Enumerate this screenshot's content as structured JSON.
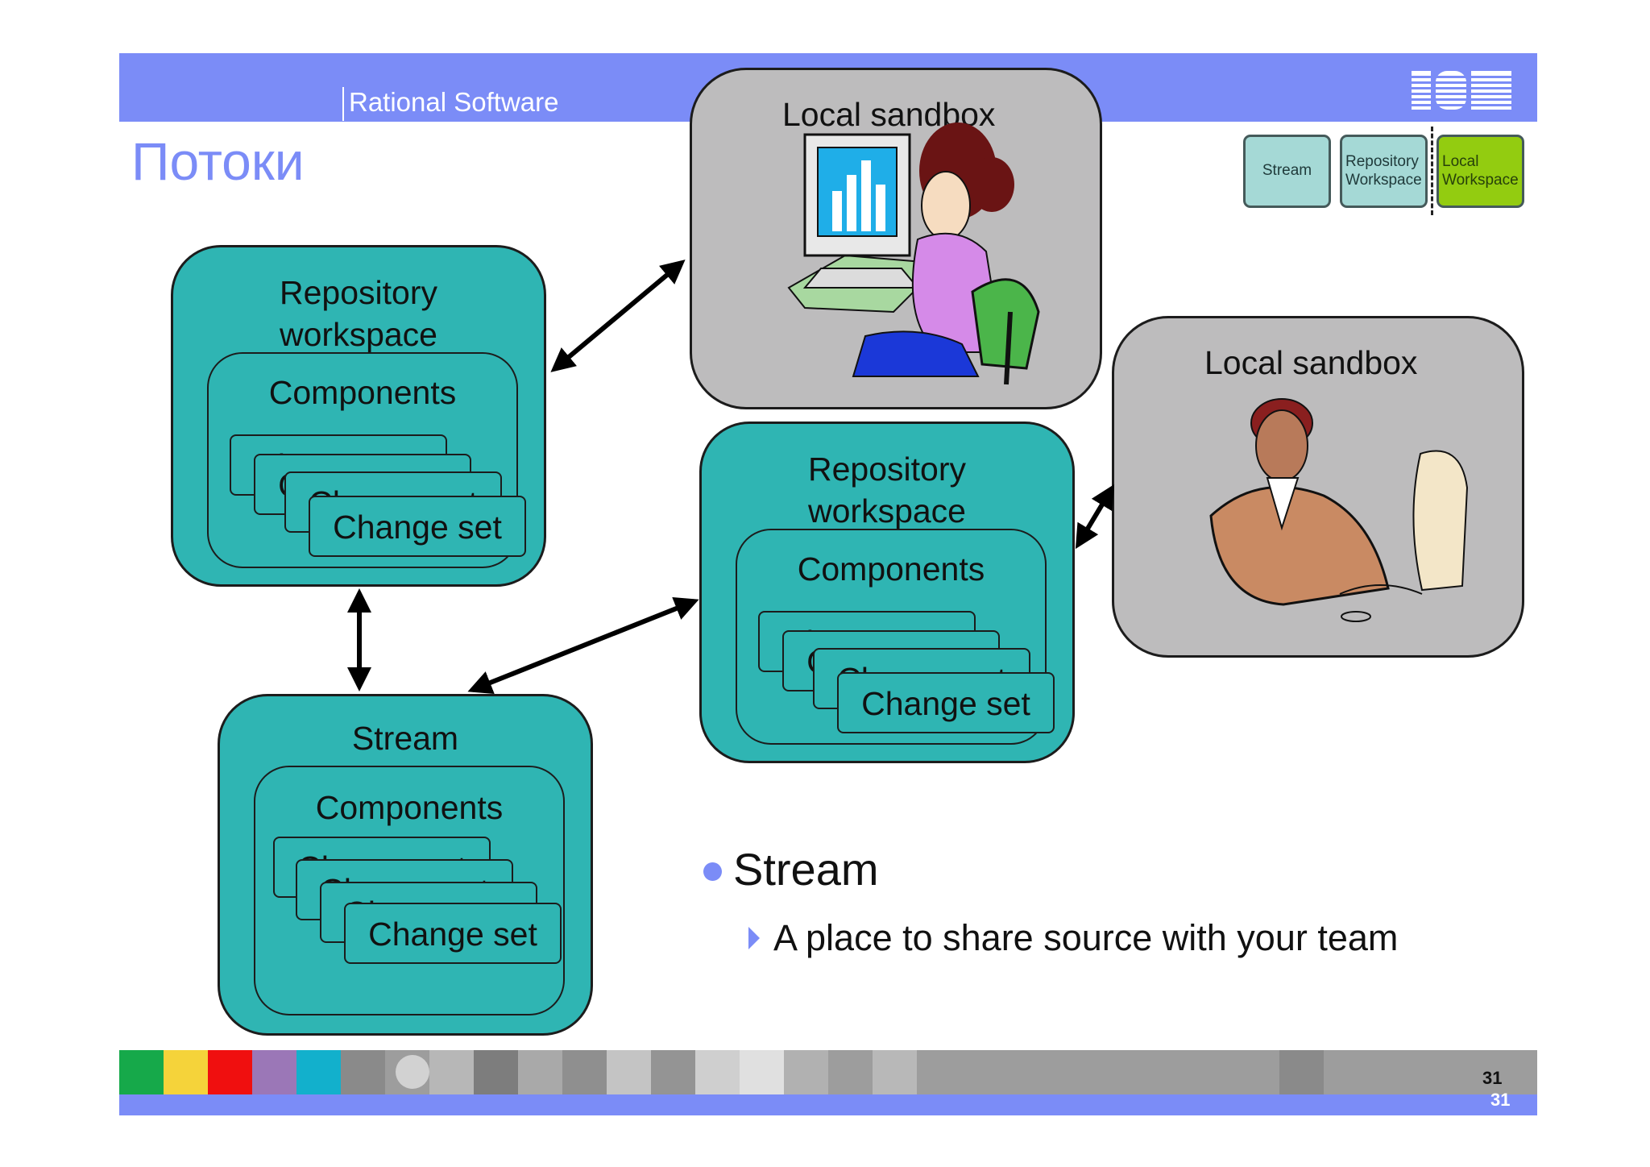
{
  "header": {
    "brand": "Rational Software",
    "logo": "IBM",
    "title": "Потоки"
  },
  "legend": {
    "stream": "Stream",
    "repository_line1": "Repository",
    "repository_line2": "Workspace",
    "local_line1": "Local",
    "local_line2": "Workspace"
  },
  "diagram": {
    "repo_workspace_1": {
      "title_line1": "Repository",
      "title_line2": "workspace",
      "components": "Components",
      "change_set": "Change set"
    },
    "repo_workspace_2": {
      "title_line1": "Repository",
      "title_line2": "workspace",
      "components": "Components",
      "change_set": "Change set"
    },
    "stream": {
      "title": "Stream",
      "components": "Components",
      "change_set": "Change set"
    },
    "sandbox_top": {
      "label": "Local sandbox"
    },
    "sandbox_right": {
      "label": "Local sandbox"
    }
  },
  "bullets": {
    "main": "Stream",
    "sub": "A place to share source with your team"
  },
  "footer": {
    "page": "31",
    "page_repeat": "31"
  },
  "colors": {
    "accent": "#7b8cf7",
    "teal": "#2fb5b3",
    "sandbox_gray": "#bdbcbd",
    "legend_local": "#93cc10",
    "legend_teal": "#a5d9d6"
  }
}
